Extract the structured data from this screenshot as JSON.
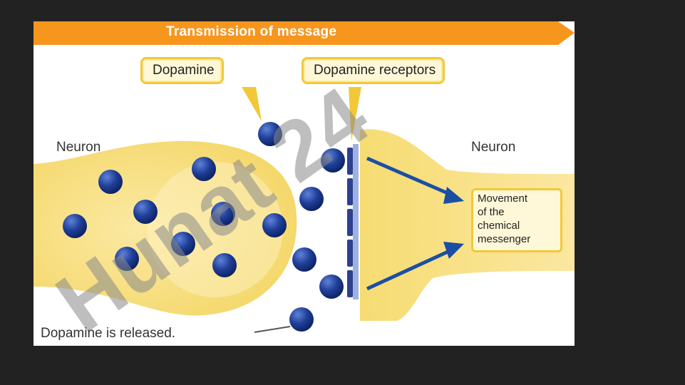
{
  "banner": {
    "title": "Transmission of message",
    "color": "#f7961d"
  },
  "callouts": {
    "dopamine": "Dopamine",
    "receptors": "Dopamine receptors"
  },
  "labels": {
    "neuron_left": "Neuron",
    "neuron_right": "Neuron",
    "released": "Dopamine is released."
  },
  "movement_box": {
    "lines": [
      "Movement",
      "of the",
      "chemical",
      "messenger"
    ]
  },
  "watermark": {
    "text": "Hunat 24"
  },
  "colors": {
    "neuron_fill": "#f8e288",
    "neuron_light": "#fdf3c4",
    "molecule": "#1f3f99",
    "arrow": "#1a4fa3",
    "callout_border": "#f2c83a",
    "watermark": "#bdb7e8"
  }
}
